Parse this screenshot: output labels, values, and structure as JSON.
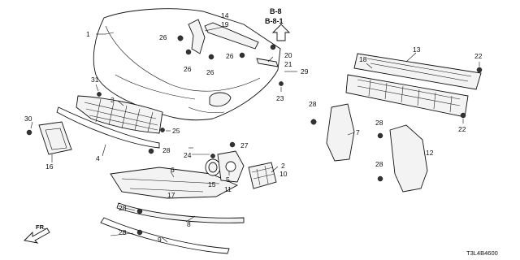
{
  "diagram": {
    "callouts": [
      {
        "id": "c1",
        "text": "1"
      },
      {
        "id": "c2",
        "text": "2"
      },
      {
        "id": "c3",
        "text": "3"
      },
      {
        "id": "c4",
        "text": "4"
      },
      {
        "id": "c5",
        "text": "5"
      },
      {
        "id": "c6",
        "text": "6"
      },
      {
        "id": "c7",
        "text": "7"
      },
      {
        "id": "c8",
        "text": "8"
      },
      {
        "id": "c9",
        "text": "9"
      },
      {
        "id": "c10",
        "text": "10"
      },
      {
        "id": "c11",
        "text": "11"
      },
      {
        "id": "c12",
        "text": "12"
      },
      {
        "id": "c13",
        "text": "13"
      },
      {
        "id": "c14",
        "text": "14"
      },
      {
        "id": "c15",
        "text": "15"
      },
      {
        "id": "c16",
        "text": "16"
      },
      {
        "id": "c17",
        "text": "17"
      },
      {
        "id": "c18",
        "text": "18"
      },
      {
        "id": "c19",
        "text": "19"
      },
      {
        "id": "c20",
        "text": "20"
      },
      {
        "id": "c21",
        "text": "21"
      },
      {
        "id": "c22a",
        "text": "22"
      },
      {
        "id": "c22b",
        "text": "22"
      },
      {
        "id": "c23",
        "text": "23"
      },
      {
        "id": "c24",
        "text": "24"
      },
      {
        "id": "c25",
        "text": "25"
      },
      {
        "id": "c26a",
        "text": "26"
      },
      {
        "id": "c26b",
        "text": "26"
      },
      {
        "id": "c26c",
        "text": "26"
      },
      {
        "id": "c26d",
        "text": "26"
      },
      {
        "id": "c27",
        "text": "27"
      },
      {
        "id": "c28a",
        "text": "28"
      },
      {
        "id": "c28b",
        "text": "28"
      },
      {
        "id": "c28c",
        "text": "28"
      },
      {
        "id": "c28d",
        "text": "28"
      },
      {
        "id": "c28e",
        "text": "28"
      },
      {
        "id": "c28f",
        "text": "28"
      },
      {
        "id": "c29",
        "text": "29"
      },
      {
        "id": "c30",
        "text": "30"
      },
      {
        "id": "c31",
        "text": "31"
      }
    ],
    "section_refs": [
      "B-8",
      "B-8-1"
    ],
    "direction_label": "FR.",
    "diagram_code": "T3L4B4600"
  }
}
